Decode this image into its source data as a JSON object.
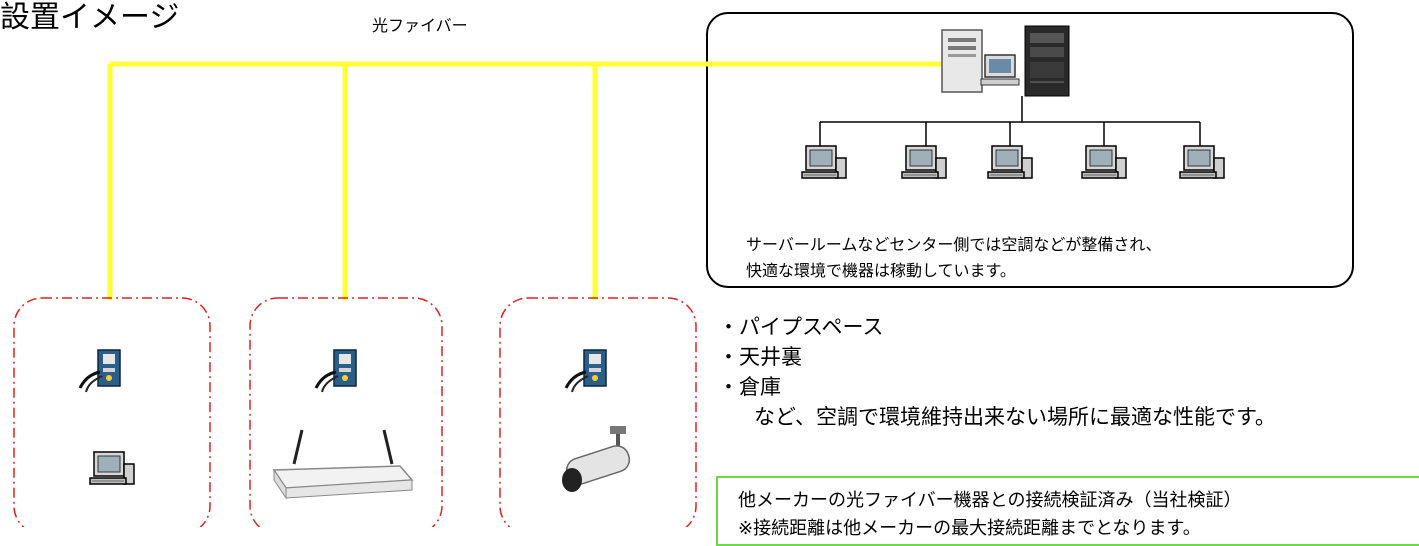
{
  "diagram": {
    "title": "設置イメージ",
    "fiber_label": "光ファイバー",
    "server_note": [
      "サーバールームなどセンター側では空調などが整備され、",
      "快適な環境で機器は稼動しています。"
    ],
    "locations": [
      "・パイプスペース",
      "・天井裏",
      "・倉庫"
    ],
    "locations_summary": "など、空調で環境維持出来ない場所に最適な性能です。",
    "verification_note": [
      "他メーカーの光ファイバー機器との接続検証済み（当社検証）",
      "※接続距離は他メーカーの最大接続距離までとなります。"
    ],
    "sites": [
      {
        "devices": [
          "media-converter-icon",
          "desktop-pc-icon"
        ]
      },
      {
        "devices": [
          "media-converter-icon",
          "wireless-router-icon"
        ]
      },
      {
        "devices": [
          "media-converter-icon",
          "security-camera-icon"
        ]
      }
    ],
    "client_count": 5,
    "colors": {
      "fiber": "#ffff33",
      "site_border": "#dd2222",
      "note_border": "#66dd44",
      "box_border": "#000000"
    }
  }
}
